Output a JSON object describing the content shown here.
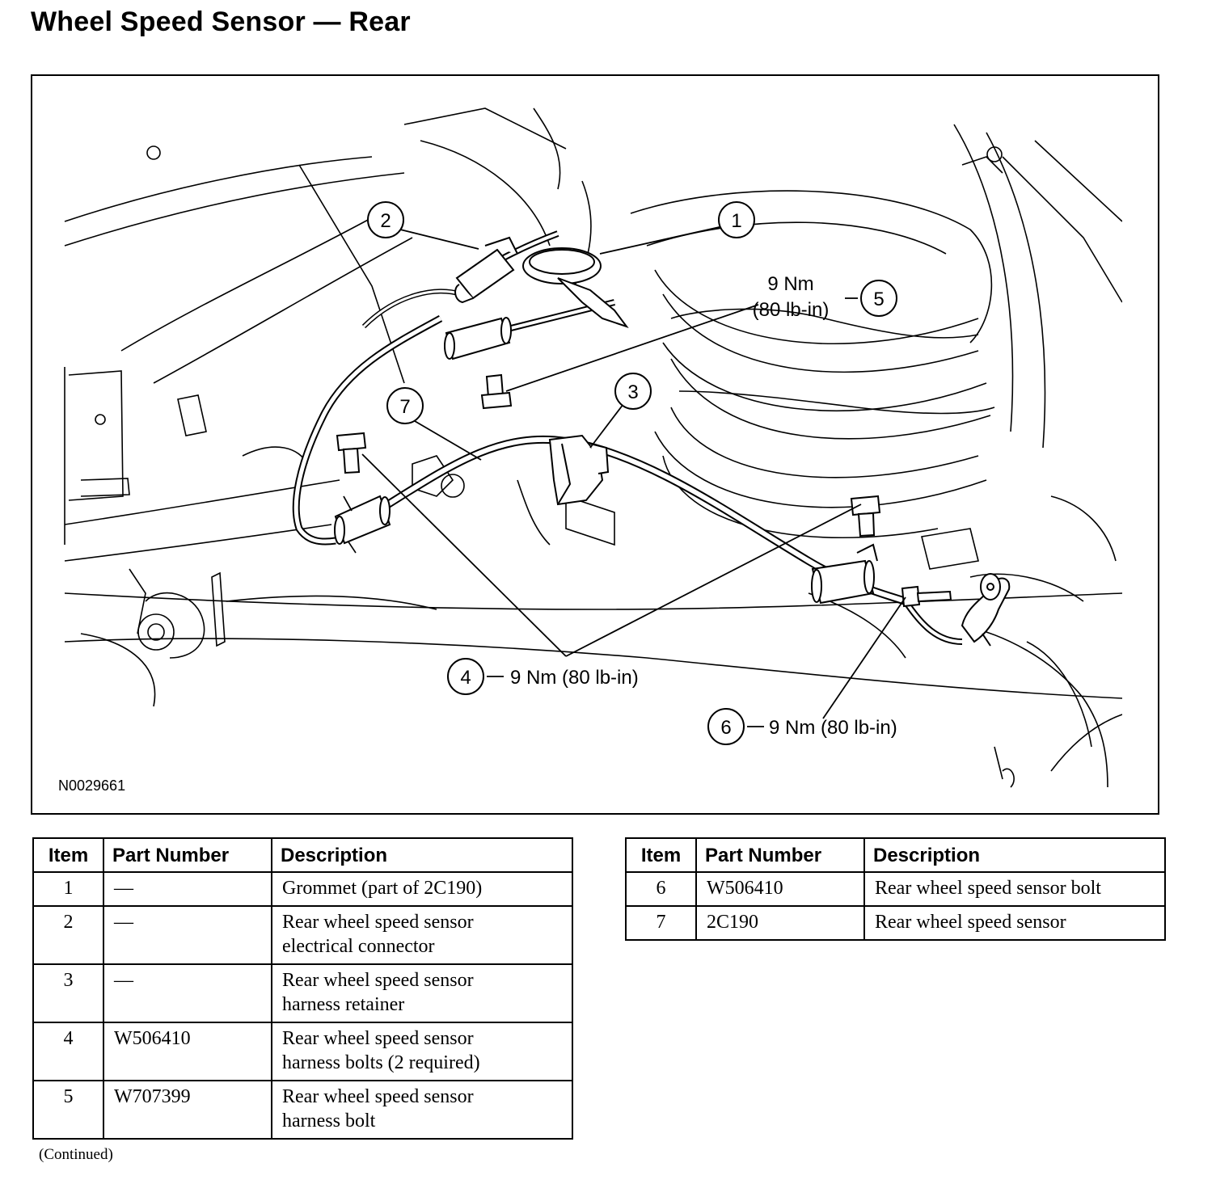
{
  "title": "Wheel Speed Sensor — Rear",
  "figure": {
    "id": "N0029661",
    "callouts": [
      {
        "number": "1"
      },
      {
        "number": "2"
      },
      {
        "number": "3"
      },
      {
        "number": "4",
        "torque": "9 Nm (80 lb-in)"
      },
      {
        "number": "5",
        "torque_line1": "9 Nm",
        "torque_line2": "(80 lb-in)"
      },
      {
        "number": "6",
        "torque": "9 Nm (80 lb-in)"
      },
      {
        "number": "7"
      }
    ]
  },
  "table_headers": {
    "item": "Item",
    "part_number": "Part Number",
    "description": "Description"
  },
  "table_left": [
    {
      "item": "1",
      "part": "—",
      "desc": [
        "Grommet (part of 2C190)"
      ]
    },
    {
      "item": "2",
      "part": "—",
      "desc": [
        "Rear wheel speed sensor",
        "electrical connector"
      ]
    },
    {
      "item": "3",
      "part": "—",
      "desc": [
        "Rear wheel speed sensor",
        "harness retainer"
      ]
    },
    {
      "item": "4",
      "part": "W506410",
      "desc": [
        "Rear wheel speed sensor",
        "harness bolts (2 required)"
      ]
    },
    {
      "item": "5",
      "part": "W707399",
      "desc": [
        "Rear wheel speed sensor",
        "harness bolt"
      ]
    }
  ],
  "table_right": [
    {
      "item": "6",
      "part": "W506410",
      "desc": [
        "Rear wheel speed sensor bolt"
      ]
    },
    {
      "item": "7",
      "part": "2C190",
      "desc": [
        "Rear wheel speed sensor"
      ]
    }
  ],
  "continued": "(Continued)"
}
